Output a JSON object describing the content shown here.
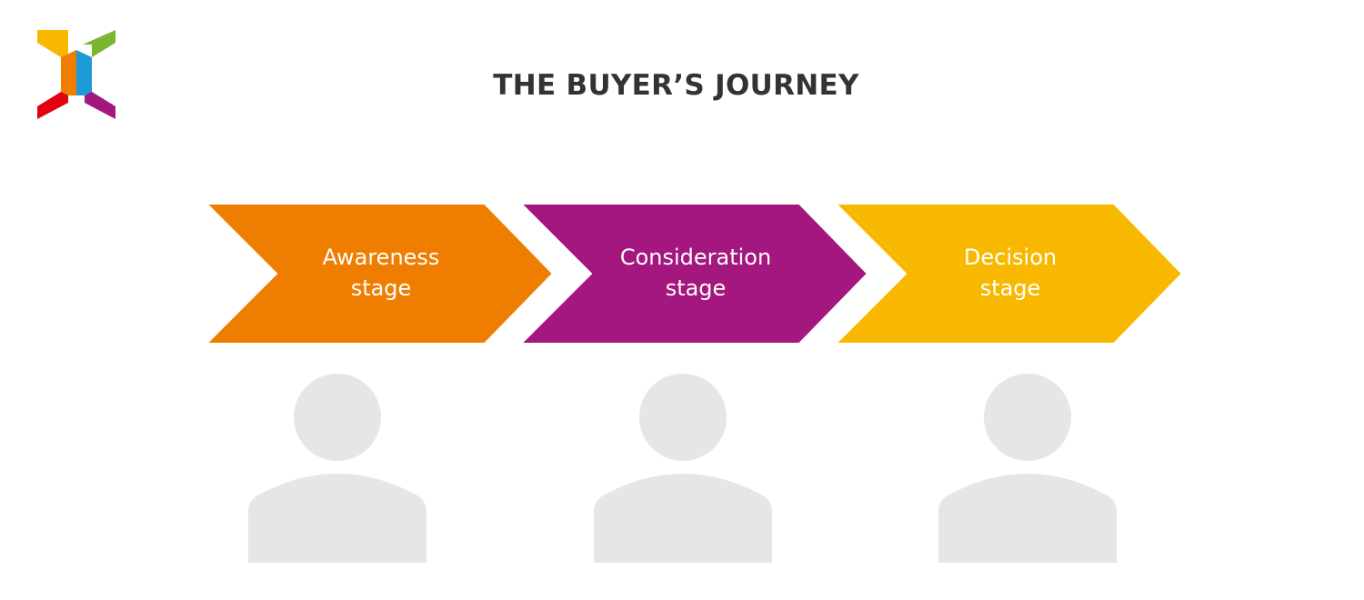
{
  "title": "THE BUYER’S JOURNEY",
  "logo": {
    "icon": "x-logo-icon",
    "colors": {
      "yellow": "#F9B800",
      "green": "#7AB530",
      "orange": "#EF7D00",
      "blue": "#1C9AD6",
      "red": "#E3000F",
      "purple": "#A3177E"
    }
  },
  "stages": [
    {
      "line1": "Awareness",
      "line2": "stage",
      "color": "#EF7D00"
    },
    {
      "line1": "Consideration",
      "line2": "stage",
      "color": "#A3177E"
    },
    {
      "line1": "Decision",
      "line2": "stage",
      "color": "#F9B800"
    }
  ],
  "person_icon": {
    "icon": "person-icon",
    "color": "#E6E6E6"
  }
}
